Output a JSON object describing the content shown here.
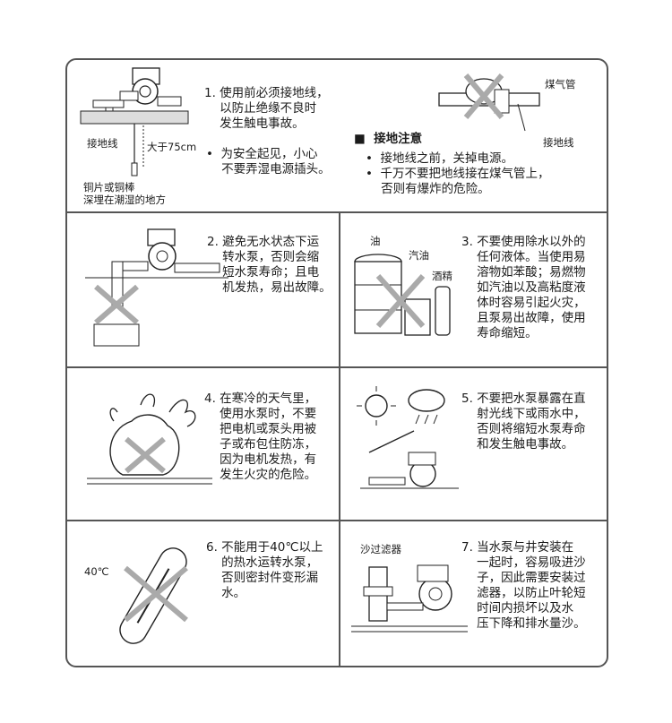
{
  "panel1": {
    "text": "1. 使用前必须接地线，\n    以防止绝缘不良时\n    发生触电事故。",
    "bullet": "•  为安全起见，小心\n    不要弄湿电源插头。",
    "label_ground": "接地线",
    "label_depth": "大于75cm",
    "label_rod": "铜片或铜棒\n深埋在潮湿的地方",
    "label_gas": "煤气管",
    "label_ground2": "接地线",
    "title": "■  接地注意",
    "bullets": "•  接地线之前，关掉电源。\n•  千万不要把地线接在煤气管上，\n    否则有爆炸的危险。"
  },
  "panel2": {
    "text": "2. 避免无水状态下运\n    转水泵，否则会缩\n    短水泵寿命；且电\n    机发热，易出故障。"
  },
  "panel3": {
    "text": "3. 不要使用除水以外的\n    任何液体。当使用易\n    溶物如苯酸；易燃物\n    如汽油以及高粘度液\n    体时容易引起火灾，\n    且泵易出故障，使用\n    寿命缩短。",
    "label_oil": "油",
    "label_gasoline": "汽油",
    "label_alcohol": "酒精"
  },
  "panel4": {
    "text": "4. 在寒冷的天气里，\n    使用水泵时，不要\n    把电机或泵头用被\n    子或布包住防冻，\n    因为电机发热，有\n    发生火灾的危险。"
  },
  "panel5": {
    "text": "5. 不要把水泵暴露在直\n    射光线下或雨水中，\n    否则将缩短水泵寿命\n    和发生触电事故。"
  },
  "panel6": {
    "text": "6. 不能用于40℃以上\n    的热水运转水泵，\n    否则密封件变形漏\n    水。",
    "label_temp": "40℃"
  },
  "panel7": {
    "text": "7. 当水泵与井安装在\n    一起时，容易吸进沙\n    子，因此需要安装过\n    滤器，以防止叶轮短\n    时间内损坏以及水\n    压下降和排水量沙。",
    "label_filter": "沙过滤器"
  }
}
